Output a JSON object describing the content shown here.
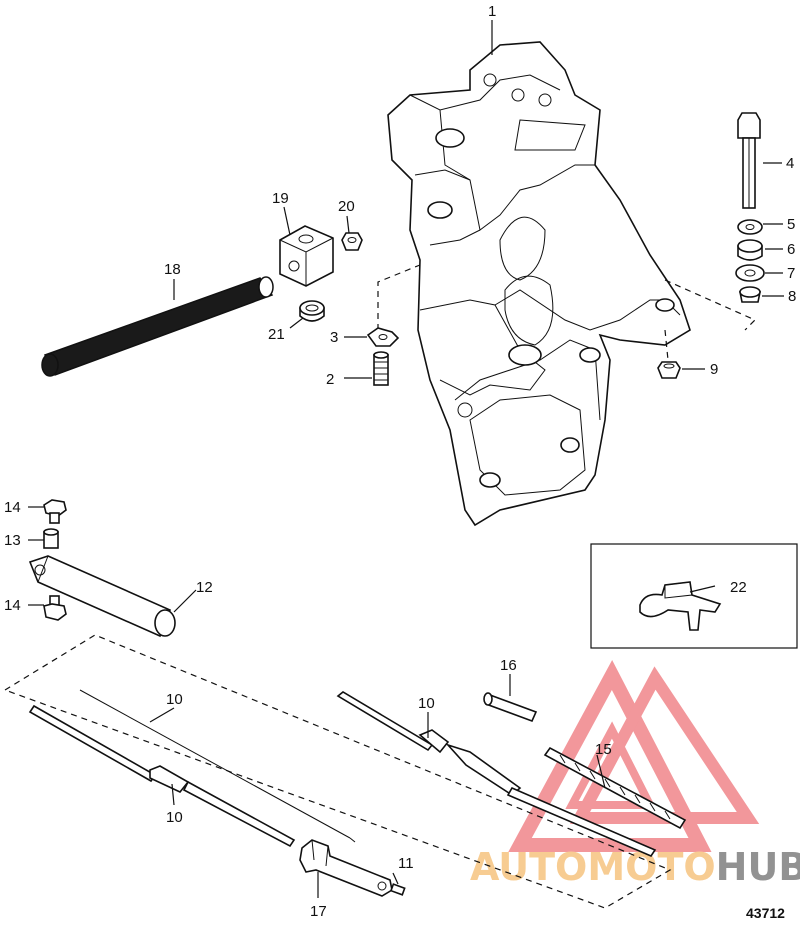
{
  "diagram": {
    "callouts": {
      "c1": "1",
      "c2": "2",
      "c3": "3",
      "c4": "4",
      "c5": "5",
      "c6": "6",
      "c7": "7",
      "c8": "8",
      "c9": "9",
      "c10a": "10",
      "c10b": "10",
      "c10c": "10",
      "c11": "11",
      "c12": "12",
      "c13": "13",
      "c14a": "14",
      "c14b": "14",
      "c15": "15",
      "c16": "16",
      "c17": "17",
      "c18": "18",
      "c19": "19",
      "c20": "20",
      "c21": "21",
      "c22": "22"
    },
    "figure_id": "43712"
  },
  "watermark": {
    "brand_part1": "AUTOMOTO",
    "brand_part2": "HUB",
    "color_red": "#e8434a",
    "color_orange": "#f2a43a",
    "color_dark": "#3a3a3a"
  }
}
